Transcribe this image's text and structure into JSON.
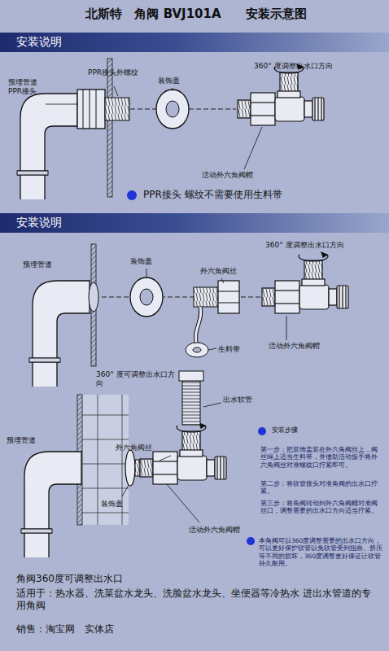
{
  "diagram": {
    "title": "北斯特　角阀 BVJ101A　　安装示意图",
    "nodes": [
      {
        "text": [
          "安装说明"
        ]
      },
      {
        "text": [
          "安装说明"
        ]
      }
    ],
    "labels": [
      "预埋管道 PPR接头",
      "PPR接头外螺纹",
      "装饰盖",
      "360° 度调整出水口方向",
      "活动外六角阀帽",
      "PPR接头 螺纹不需要使用生料带",
      "预埋管道",
      "装饰盖",
      "外六角阀丝",
      "360° 度调整出水口方向",
      "生料带",
      "活动外六角阀帽",
      "360° 度可调整出水口方向",
      "出水软管",
      "预埋管道",
      "外六角阀丝",
      "装饰盖",
      "活动外六角阀帽",
      "安装步骤",
      "第一步：把装饰盖装在外六角阀丝上，阀丝绳上适当生料带，并借助活动扳手将外六角阀丝对准螺纹口拧紧即可。",
      "第二步：将软管接头对准角阀的出水口拧紧。",
      "第三步：将角阀转动到外六角阀帽对准阀丝口，调整需要的出水口方向适当拧紧。",
      "本角阀可以360度调整需要的出水口方向，可以更好保护软管以免软管受到扭曲、挤压等不同的损坏，360度调整更好保证让软管持久耐用。",
      "角阀360度可调整出水口",
      "适用于：热水器、洗菜盆水龙头、洗脸盆水龙头、坐便器等冷热水 进出水管道的专用角阀",
      "销售：淘宝网　实体店"
    ]
  }
}
